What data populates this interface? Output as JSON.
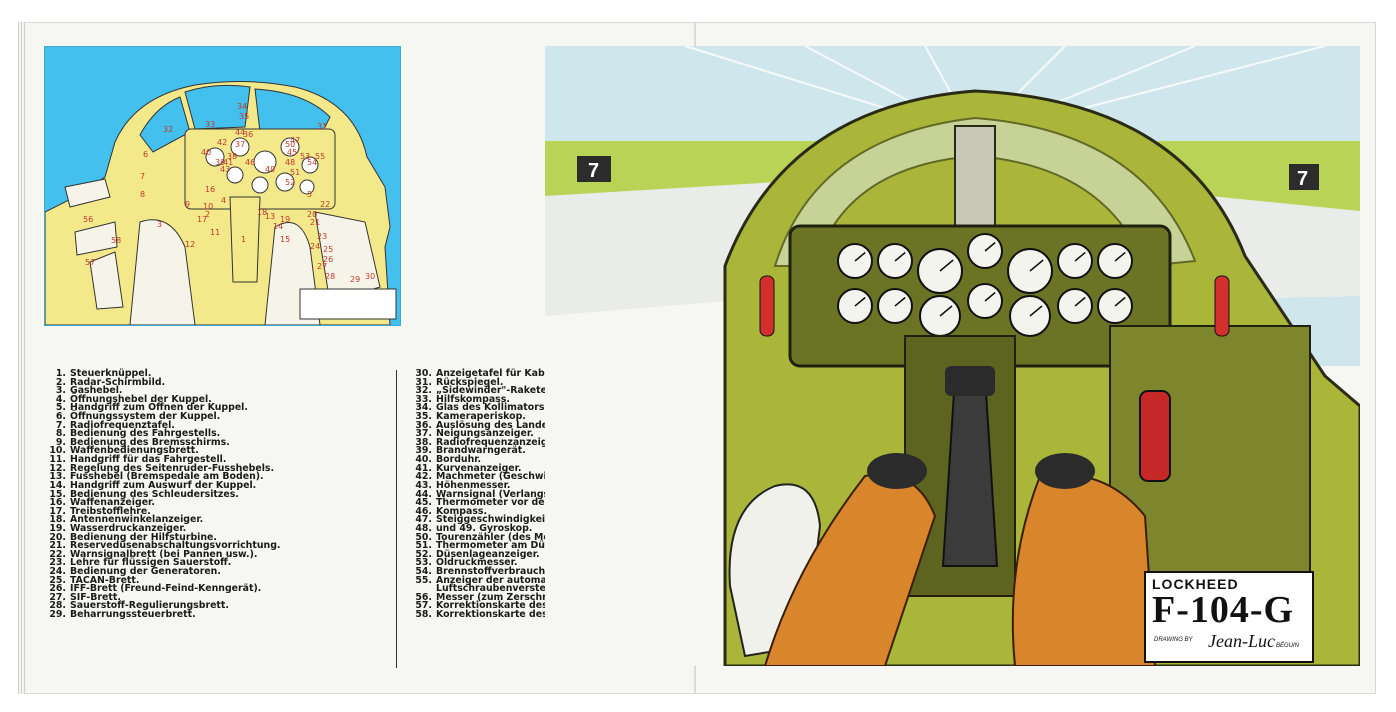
{
  "legend_left": [
    {
      "num": "1.",
      "text": "Steuerknüppel."
    },
    {
      "num": "2.",
      "text": "Radar-Schirmbild."
    },
    {
      "num": "3.",
      "text": "Gashebel."
    },
    {
      "num": "4.",
      "text": "Öffnungshebel der Kuppel."
    },
    {
      "num": "5.",
      "text": "Handgriff zum Öffnen der Kuppel."
    },
    {
      "num": "6.",
      "text": "Öffnungssystem der Kuppel."
    },
    {
      "num": "7.",
      "text": "Radiofrequenztafel."
    },
    {
      "num": "8.",
      "text": "Bedienung des Fahrgestells."
    },
    {
      "num": "9.",
      "text": "Bedienung des Bremsschirms."
    },
    {
      "num": "10.",
      "text": "Waffenbedienungsbrett."
    },
    {
      "num": "11.",
      "text": "Handgriff für das Fahrgestell."
    },
    {
      "num": "12.",
      "text": "Regelung des Seitenruder-Fusshebels."
    },
    {
      "num": "13.",
      "text": "Fusshebel (Bremspedale am Boden)."
    },
    {
      "num": "14.",
      "text": "Handgriff zum Auswurf der Kuppel."
    },
    {
      "num": "15.",
      "text": "Bedienung des Schleudersitzes."
    },
    {
      "num": "16.",
      "text": "Waffenanzeiger."
    },
    {
      "num": "17.",
      "text": "Treibstofflehre."
    },
    {
      "num": "18.",
      "text": "Antennenwinkelanzeiger."
    },
    {
      "num": "19.",
      "text": "Wasserdruckanzeiger."
    },
    {
      "num": "20.",
      "text": "Bedienung der Hilfsturbine."
    },
    {
      "num": "21.",
      "text": "Reservedüsenabschaltungsvorrichtung."
    },
    {
      "num": "22.",
      "text": "Warnsignalbrett (bei Pannen usw.)."
    },
    {
      "num": "23.",
      "text": "Lehre für flüssigen Sauerstoff."
    },
    {
      "num": "24.",
      "text": "Bedienung der Generatoren."
    },
    {
      "num": "25.",
      "text": "TACAN-Brett."
    },
    {
      "num": "26.",
      "text": "IFF-Brett (Freund-Feind-Kenngerät)."
    },
    {
      "num": "27.",
      "text": "SIF-Brett."
    },
    {
      "num": "28.",
      "text": "Sauerstoff-Regulierungsbrett."
    },
    {
      "num": "29.",
      "text": "Beharrungssteuerbrett."
    }
  ],
  "legend_right": [
    {
      "num": "30.",
      "text": "Anzeigetafel für Kabinentemperatur."
    },
    {
      "num": "31.",
      "text": "Rückspiegel."
    },
    {
      "num": "32.",
      "text": "„Sidewinder\"-Rakete (im Rückspiegel)."
    },
    {
      "num": "33.",
      "text": "Hilfskompass."
    },
    {
      "num": "34.",
      "text": "Glas des Kollimators."
    },
    {
      "num": "35.",
      "text": "Kameraperiskop."
    },
    {
      "num": "36.",
      "text": "Auslösung des Landebremshakens."
    },
    {
      "num": "37.",
      "text": "Neigungsanzeiger."
    },
    {
      "num": "38.",
      "text": "Radiofrequenzanzeiger."
    },
    {
      "num": "39.",
      "text": "Brandwarngerät."
    },
    {
      "num": "40.",
      "text": "Borduhr."
    },
    {
      "num": "41.",
      "text": "Kurvenanzeiger."
    },
    {
      "num": "42.",
      "text": "Machmeter (Geschwindigkeitsmesser)."
    },
    {
      "num": "43.",
      "text": "Höhenmesser."
    },
    {
      "num": "44.",
      "text": "Warnsignal (Verlangsamen !)"
    },
    {
      "num": "45.",
      "text": "Thermometer vor dem Motor."
    },
    {
      "num": "46.",
      "text": "Kompass."
    },
    {
      "num": "47.",
      "text": "Steiggeschwindigkeitsmesser."
    },
    {
      "num": "48.",
      "text": "und 49. Gyroskop."
    },
    {
      "num": "50.",
      "text": "Tourenzähler (des Motors)."
    },
    {
      "num": "51.",
      "text": "Thermometer am Düsenausgang."
    },
    {
      "num": "52.",
      "text": "Düsenlageanzeiger."
    },
    {
      "num": "53.",
      "text": "Öldruckmesser."
    },
    {
      "num": "54.",
      "text": "Brennstoffverbrauchmesser."
    },
    {
      "num": "55.",
      "text": "Anzeiger der automatischen"
    },
    {
      "num": "",
      "text": "Luftschraubenverstellvorrichtung."
    },
    {
      "num": "56.",
      "text": "Messer (zum Zerschneiden der Kappe)."
    },
    {
      "num": "57.",
      "text": "Korrektionskarte des Höhenmessers."
    },
    {
      "num": "58.",
      "text": "Korrektionskarte des Kompasses."
    }
  ],
  "diagram_labels": [
    {
      "n": "1"
    },
    {
      "n": "2"
    },
    {
      "n": "3"
    },
    {
      "n": "4"
    },
    {
      "n": "5"
    },
    {
      "n": "6"
    },
    {
      "n": "7"
    },
    {
      "n": "8"
    },
    {
      "n": "9"
    },
    {
      "n": "10"
    },
    {
      "n": "11"
    },
    {
      "n": "12"
    },
    {
      "n": "13"
    },
    {
      "n": "14"
    },
    {
      "n": "15"
    },
    {
      "n": "16"
    },
    {
      "n": "17"
    },
    {
      "n": "18"
    },
    {
      "n": "19"
    },
    {
      "n": "20"
    },
    {
      "n": "21"
    },
    {
      "n": "22"
    },
    {
      "n": "23"
    },
    {
      "n": "24"
    },
    {
      "n": "25"
    },
    {
      "n": "26"
    },
    {
      "n": "27"
    },
    {
      "n": "28"
    },
    {
      "n": "29"
    },
    {
      "n": "30"
    },
    {
      "n": "31"
    },
    {
      "n": "32"
    },
    {
      "n": "33"
    },
    {
      "n": "34"
    },
    {
      "n": "35"
    },
    {
      "n": "36"
    },
    {
      "n": "37"
    },
    {
      "n": "38"
    },
    {
      "n": "39"
    },
    {
      "n": "40"
    },
    {
      "n": "41"
    },
    {
      "n": "42"
    },
    {
      "n": "43"
    },
    {
      "n": "44"
    },
    {
      "n": "45"
    },
    {
      "n": "46"
    },
    {
      "n": "47"
    },
    {
      "n": "48"
    },
    {
      "n": "49"
    },
    {
      "n": "50"
    },
    {
      "n": "51"
    },
    {
      "n": "52"
    },
    {
      "n": "53"
    },
    {
      "n": "54"
    },
    {
      "n": "55"
    },
    {
      "n": "56"
    },
    {
      "n": "57"
    },
    {
      "n": "58"
    }
  ],
  "runway_markers": [
    "7",
    "7"
  ],
  "badge": {
    "maker": "LOCKHEED",
    "model": "F-104-G",
    "credit_label": "DRAWING BY",
    "credit_signature": "Jean-Luc",
    "credit_surname": "BÉGUIN"
  },
  "colors": {
    "diagram_bg": "#44c0ee",
    "diagram_cockpit": "#f3e88a",
    "cockpit_green": "#a9b63a",
    "sky": "#cfe7ec",
    "grass": "#b9d356",
    "flight_suit": "#d9852c",
    "label_red": "#c0392b"
  }
}
